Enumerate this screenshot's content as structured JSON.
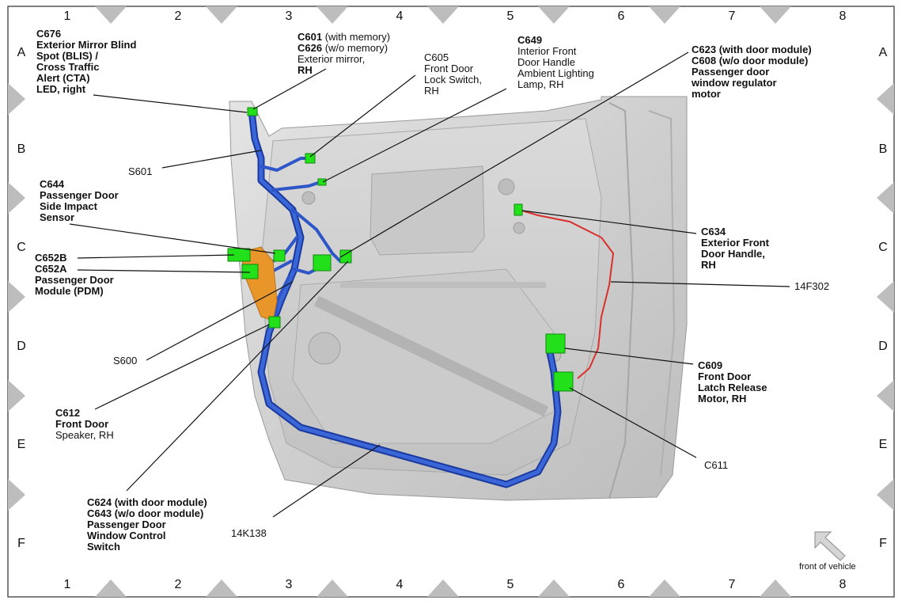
{
  "grid": {
    "columns": [
      "1",
      "2",
      "3",
      "4",
      "5",
      "6",
      "7",
      "8"
    ],
    "rows": [
      "A",
      "B",
      "C",
      "D",
      "E",
      "F"
    ]
  },
  "colors": {
    "harness": "#2f56c8",
    "harness_dark": "#1b3a9e",
    "connector": "#22e01a",
    "circuit_14F302": "#d9302a",
    "connector_orange": "#e8962a",
    "door_panel": "#d4d4d4"
  },
  "labels": {
    "c676": {
      "lines": [
        {
          "t": "C676",
          "b": true
        },
        {
          "t": "Exterior Mirror Blind",
          "b": true
        },
        {
          "t": "Spot (BLIS) /",
          "b": true
        },
        {
          "t": "Cross Traffic",
          "b": true
        },
        {
          "t": "Alert (CTA)",
          "b": true
        },
        {
          "t": "LED, right",
          "b": true
        }
      ]
    },
    "c601": {
      "lines": [
        {
          "t": "C601",
          "b": true,
          "s": " (with memory)"
        },
        {
          "t": "C626",
          "b": true,
          "s": " (w/o memory)"
        },
        {
          "t": "Exterior mirror,",
          "b": false
        },
        {
          "t": "RH",
          "b": true
        }
      ]
    },
    "c605": {
      "lines": [
        {
          "t": "C605",
          "b": false
        },
        {
          "t": "Front Door",
          "b": false
        },
        {
          "t": "Lock Switch,",
          "b": false
        },
        {
          "t": "RH",
          "b": false
        }
      ]
    },
    "c649": {
      "lines": [
        {
          "t": "C649",
          "b": true
        },
        {
          "t": "Interior Front",
          "b": false
        },
        {
          "t": "Door Handle",
          "b": false
        },
        {
          "t": "Ambient Lighting",
          "b": false
        },
        {
          "t": "Lamp, RH",
          "b": false
        }
      ]
    },
    "c623": {
      "lines": [
        {
          "t": "C623 (with door module)",
          "b": true
        },
        {
          "t": "C608 (w/o door module)",
          "b": true
        },
        {
          "t": "Passenger door",
          "b": true
        },
        {
          "t": "window regulator",
          "b": true
        },
        {
          "t": "motor",
          "b": true
        }
      ]
    },
    "s601": {
      "lines": [
        {
          "t": "S601",
          "b": false
        }
      ]
    },
    "c644": {
      "lines": [
        {
          "t": "C644",
          "b": true
        },
        {
          "t": "Passenger Door",
          "b": true
        },
        {
          "t": "Side Impact",
          "b": true
        },
        {
          "t": "Sensor",
          "b": true
        }
      ]
    },
    "c652": {
      "lines": [
        {
          "t": "C652B",
          "b": true
        },
        {
          "t": "C652A",
          "b": true
        },
        {
          "t": "Passenger Door",
          "b": true
        },
        {
          "t": "Module (PDM)",
          "b": true
        }
      ]
    },
    "c634": {
      "lines": [
        {
          "t": "C634",
          "b": true
        },
        {
          "t": "Exterior Front",
          "b": true
        },
        {
          "t": "Door Handle,",
          "b": true
        },
        {
          "t": "RH",
          "b": true
        }
      ]
    },
    "w14f302": {
      "lines": [
        {
          "t": "14F302",
          "b": false
        }
      ]
    },
    "s600": {
      "lines": [
        {
          "t": "S600",
          "b": false
        }
      ]
    },
    "c609": {
      "lines": [
        {
          "t": "C609",
          "b": true
        },
        {
          "t": "Front Door",
          "b": true
        },
        {
          "t": "Latch Release",
          "b": true
        },
        {
          "t": "Motor, RH",
          "b": true
        }
      ]
    },
    "c612": {
      "lines": [
        {
          "t": "C612",
          "b": true
        },
        {
          "t": "Front Door",
          "b": true
        },
        {
          "t": "Speaker, RH",
          "b": false
        }
      ]
    },
    "c611": {
      "lines": [
        {
          "t": "C611",
          "b": false
        }
      ]
    },
    "c624": {
      "lines": [
        {
          "t": "C624 (with door module)",
          "b": true
        },
        {
          "t": "C643 (w/o door module)",
          "b": true
        },
        {
          "t": "Passenger Door",
          "b": true
        },
        {
          "t": "Window Control",
          "b": true
        },
        {
          "t": "Switch",
          "b": true
        }
      ]
    },
    "w14k138": {
      "lines": [
        {
          "t": "14K138",
          "b": false
        }
      ]
    }
  },
  "front_of_vehicle": "front of vehicle"
}
